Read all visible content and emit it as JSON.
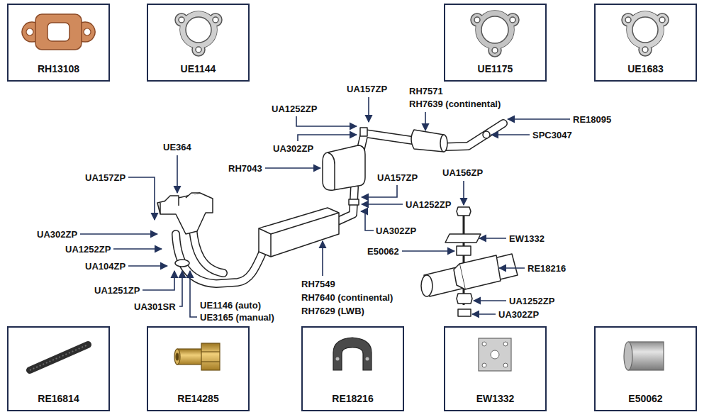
{
  "diagram": {
    "nodes": [
      {
        "text": [
          "RH13108"
        ]
      },
      {
        "text": [
          "UE1144"
        ]
      },
      {
        "text": [
          "UE1175"
        ]
      },
      {
        "text": [
          "UE1683"
        ]
      },
      {
        "text": [
          "RE16814"
        ]
      },
      {
        "text": [
          "RE14285"
        ]
      },
      {
        "text": [
          "RE18216"
        ]
      },
      {
        "text": [
          "EW1332"
        ]
      },
      {
        "text": [
          "E50062"
        ]
      }
    ],
    "labels": [
      "UA157ZP",
      "RH7571",
      "RH7639 (continental)",
      "RE18095",
      "UA1252ZP",
      "UA302ZP",
      "SPC3047",
      "UE364",
      "RH7043",
      "UA157ZP",
      "UA1252ZP",
      "UA302ZP",
      "UA156ZP",
      "UA157ZP",
      "UA302ZP",
      "UA1252ZP",
      "EW1332",
      "E50062",
      "UA104ZP",
      "RE18216",
      "UA1251ZP",
      "UA301SR",
      "UE1146 (auto)",
      "UE3165 (manual)",
      "RH7549",
      "RH7640 (continental)",
      "RH7629 (LWB)",
      "UA1252ZP",
      "UA302ZP"
    ]
  }
}
